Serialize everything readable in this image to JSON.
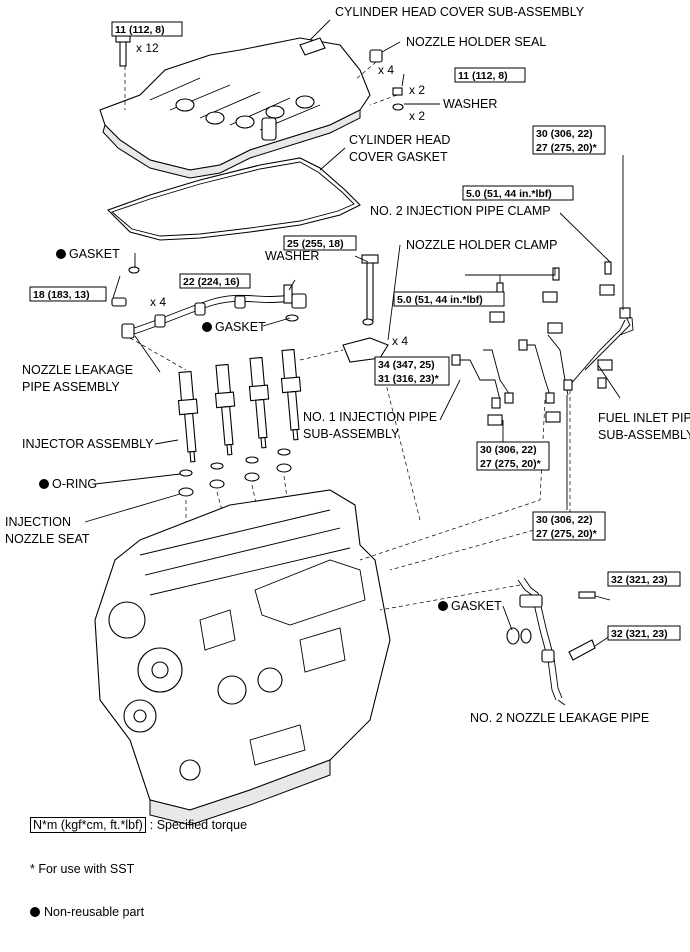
{
  "labels": {
    "cylinder_head_cover": "CYLINDER HEAD COVER SUB-ASSEMBLY",
    "nozzle_holder_seal": "NOZZLE HOLDER SEAL",
    "washer_top": "WASHER",
    "cylinder_head_cover_gasket_1": "CYLINDER HEAD",
    "cylinder_head_cover_gasket_2": "COVER GASKET",
    "no2_injection_pipe_clamp": "NO. 2 INJECTION PIPE CLAMP",
    "nozzle_holder_clamp": "NOZZLE HOLDER CLAMP",
    "washer_mid": "WASHER",
    "gasket_left": "GASKET",
    "gasket_mid": "GASKET",
    "nozzle_leakage_pipe_1": "NOZZLE LEAKAGE",
    "nozzle_leakage_pipe_2": "PIPE ASSEMBLY",
    "no1_injection_pipe_1": "NO. 1 INJECTION PIPE",
    "no1_injection_pipe_2": "SUB-ASSEMBLY",
    "fuel_inlet_pipe_1": "FUEL INLET PIPE",
    "fuel_inlet_pipe_2": "SUB-ASSEMBLY",
    "injector_assembly": "INJECTOR ASSEMBLY",
    "o_ring": "O-RING",
    "injection_nozzle_seat_1": "INJECTION",
    "injection_nozzle_seat_2": "NOZZLE SEAT",
    "gasket_right": "GASKET",
    "no2_nozzle_leakage_pipe": "NO. 2 NOZZLE LEAKAGE PIPE"
  },
  "quantities": {
    "head_cover_bolts": "x 12",
    "nozzle_holder_seal": "x 4",
    "nuts_top": "x 2",
    "washer_top": "x 2",
    "leakage_pipe_bolts": "x 4",
    "nozzle_holder_clamp": "x 4"
  },
  "torques": {
    "head_cover_bolt": "11 (112, 8)",
    "nut_top": "11 (112, 8)",
    "fuel_inlet_top_1": "30 (306, 22)",
    "fuel_inlet_top_2": "27 (275, 20)*",
    "clamp_no2": "5.0 (51, 44 in.*lbf)",
    "clamp_bolt": "25 (255, 18)",
    "leakage_union": "22 (224, 16)",
    "leakage_bolt": "18 (183, 13)",
    "clamp_mid": "5.0 (51, 44 in.*lbf)",
    "no1_pipe_1": "34 (347, 25)",
    "no1_pipe_2": "31 (316, 23)*",
    "no1_pipe_lower_1": "30 (306, 22)",
    "no1_pipe_lower_2": "27 (275, 20)*",
    "fuel_inlet_lower_1": "30 (306, 22)",
    "fuel_inlet_lower_2": "27 (275, 20)*",
    "no2_leak_bolt_1": "32 (321, 23)",
    "no2_leak_bolt_2": "32 (321, 23)"
  },
  "legend": {
    "torque_unit": "N*m (kgf*cm, ft.*lbf)",
    "torque_desc": ": Specified torque",
    "sst_note": "* For use with SST",
    "non_reusable": "Non-reusable part"
  }
}
